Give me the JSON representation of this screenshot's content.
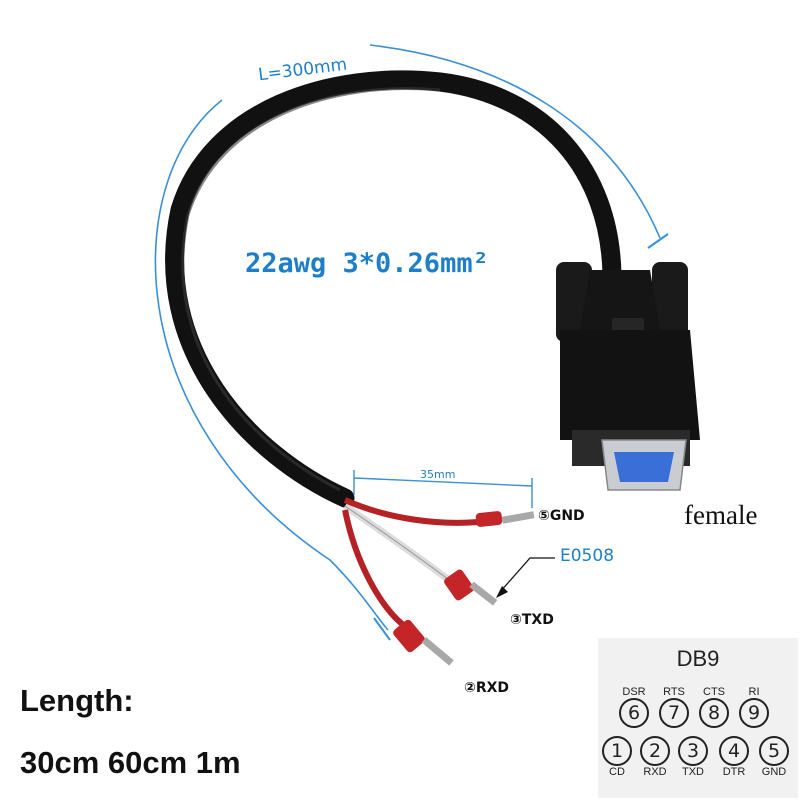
{
  "cable": {
    "length_label": "L=300mm",
    "spec": "22awg 3*0.26mm²",
    "strip_length": "35mm",
    "ferrule": "E0508",
    "connector_gender": "female"
  },
  "wires": [
    {
      "label": "⑤GND"
    },
    {
      "label": "③TXD"
    },
    {
      "label": "②RXD"
    }
  ],
  "length_info": {
    "title": "Length:",
    "options": "30cm 60cm 1m"
  },
  "db9": {
    "title": "DB9",
    "top_row": [
      {
        "name": "DSR",
        "number": "6"
      },
      {
        "name": "RTS",
        "number": "7"
      },
      {
        "name": "CTS",
        "number": "8"
      },
      {
        "name": "RI",
        "number": "9"
      }
    ],
    "bottom_row": [
      {
        "name": "CD",
        "number": "1"
      },
      {
        "name": "RXD",
        "number": "2"
      },
      {
        "name": "TXD",
        "number": "3"
      },
      {
        "name": "DTR",
        "number": "4"
      },
      {
        "name": "GND",
        "number": "5"
      }
    ]
  },
  "colors": {
    "accent": "#1e7fc8",
    "cable": "#111111",
    "wire_red": "#c0282a",
    "wire_white": "#e8e8e8"
  }
}
